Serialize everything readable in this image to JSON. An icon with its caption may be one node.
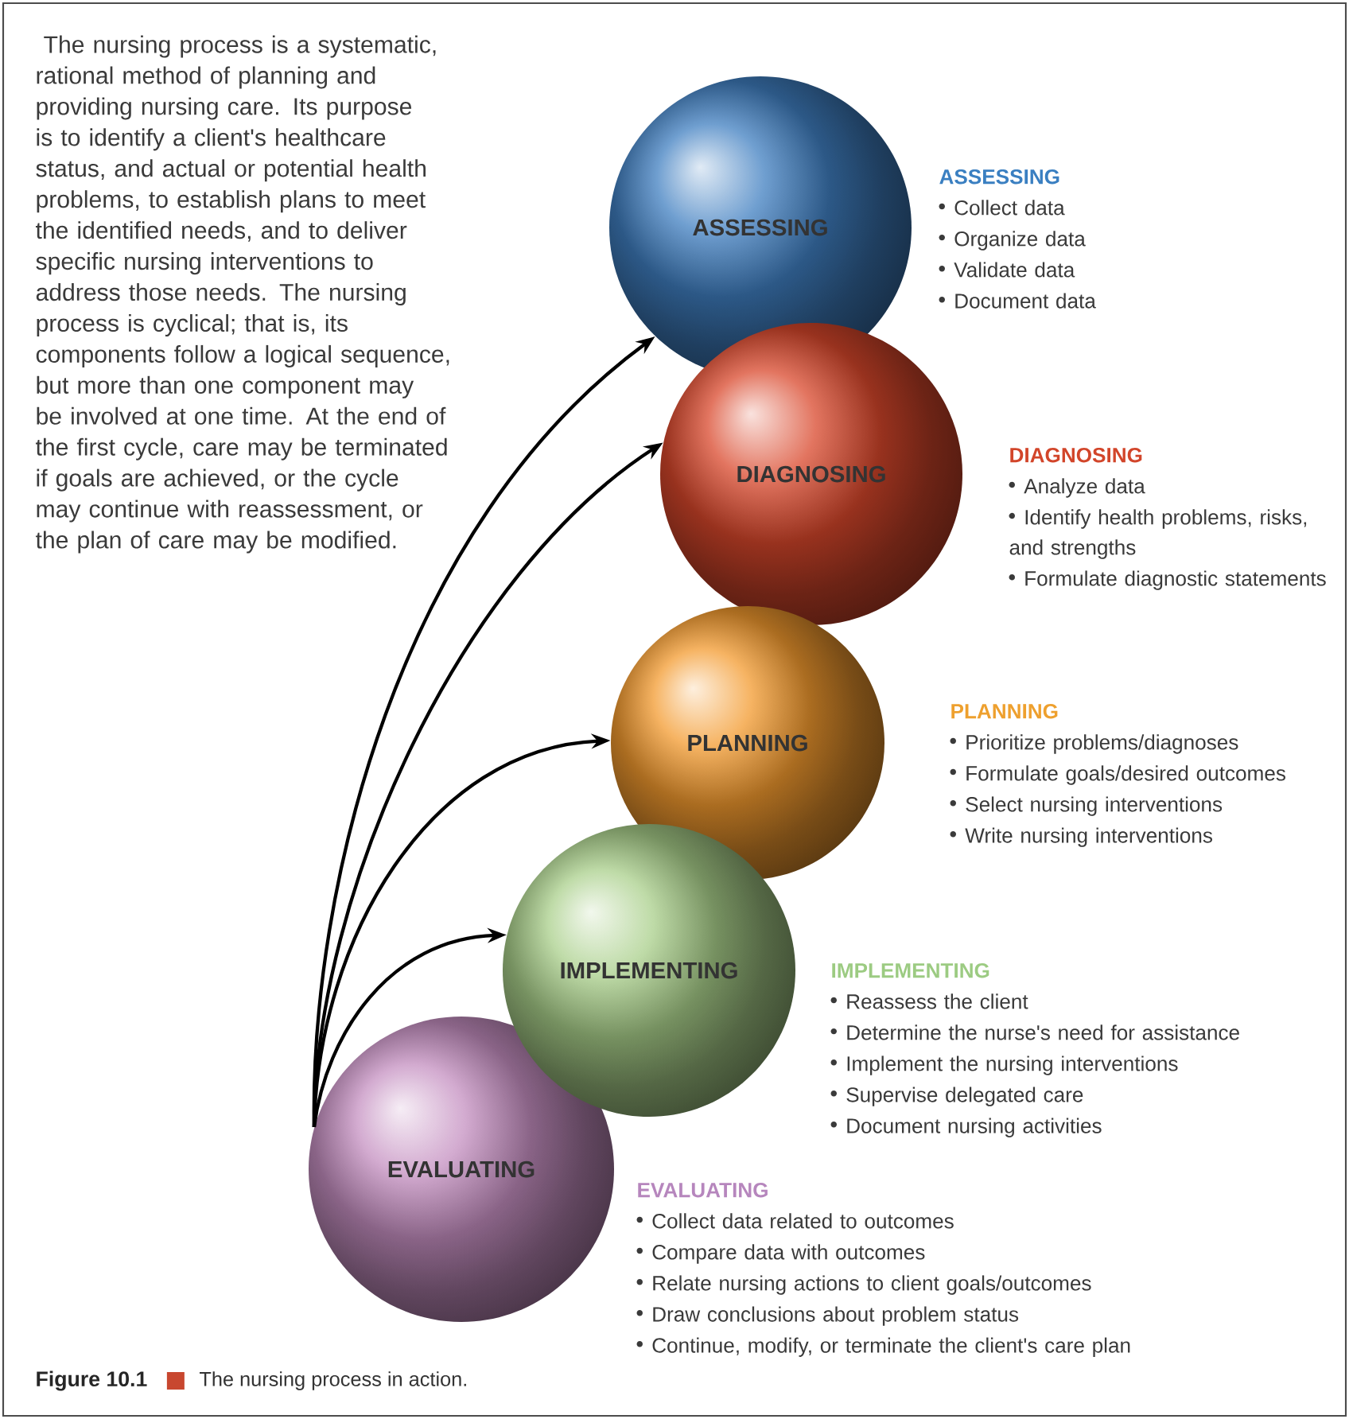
{
  "diagram": {
    "caption": "The nursing process in action.",
    "nodes": [
      {
        "text": [
          "ASSESSING"
        ],
        "beside": [
          "ASSESSING",
          "Collect data",
          "Organize data",
          "Validate data",
          "Document data"
        ]
      },
      {
        "text": [
          "DIAGNOSING"
        ],
        "beside": [
          "DIAGNOSING",
          "Analyze data",
          "Identify health problems, risks, and strengths",
          "Formulate diagnostic statements"
        ]
      },
      {
        "text": [
          "PLANNING"
        ],
        "beside": [
          "PLANNING",
          "Prioritize problems/diagnoses",
          "Formulate goals/desired outcomes",
          "Select nursing interventions",
          "Write nursing interventions"
        ]
      },
      {
        "text": [
          "IMPLEMENTING"
        ],
        "beside": [
          "IMPLEMENTING",
          "Reassess the client",
          "Determine the nurse's need for assistance",
          "Implement the nursing interventions",
          "Supervise delegated care",
          "Document nursing activities"
        ]
      },
      {
        "text": [
          "EVALUATING"
        ],
        "beside": [
          "EVALUATING",
          "Collect data related to outcomes",
          "Compare data with outcomes",
          "Relate nursing actions to client goals/outcomes",
          "Draw conclusions about problem status",
          "Continue, modify, or terminate the client's care plan"
        ]
      }
    ],
    "edges": [
      {
        "from": 4,
        "to": 0,
        "arrow": "to"
      },
      {
        "from": 4,
        "to": 1,
        "arrow": "to"
      },
      {
        "from": 4,
        "to": 2,
        "arrow": "to"
      },
      {
        "from": 4,
        "to": 3,
        "arrow": "to"
      }
    ],
    "labels": [
      "The nursing process is a systematic, rational method of planning and providing nursing care. Its purpose is to identify a client's healthcare status, and actual or potential health problems, to establish plans to meet the identified needs, and to deliver specific nursing interventions to address those needs. The nursing process is cyclical; that is, its components follow a logical sequence, but more than one component may be involved at one time. At the end of the first cycle, care may be terminated if goals are achieved, or the cycle may continue with reassessment, or the plan of care may be modified.",
      "Figure 10.1"
    ]
  }
}
